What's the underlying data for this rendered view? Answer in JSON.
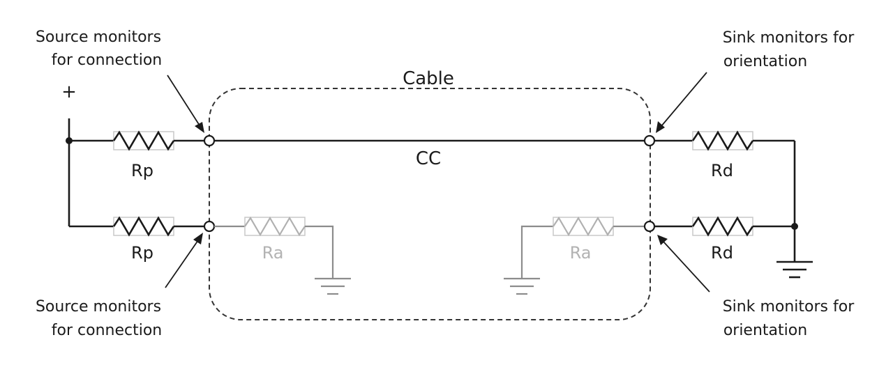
{
  "labels": {
    "plus": "+",
    "cable": "Cable",
    "cc": "CC",
    "source_top_1": "Source monitors",
    "source_top_2": "for connection",
    "source_bottom_1": "Source monitors",
    "source_bottom_2": "for connection",
    "sink_top_1": "Sink monitors for",
    "sink_top_2": "orientation",
    "sink_bottom_1": "Sink monitors for",
    "sink_bottom_2": "orientation"
  },
  "resistors": {
    "rp_top": "Rp",
    "rp_bottom": "Rp",
    "ra_left": "Ra",
    "ra_right": "Ra",
    "rd_top": "Rd",
    "rd_bottom": "Rd"
  },
  "colors": {
    "wire": "#1a1a1a",
    "ra_grey": "#b3b3b3",
    "cable_dash": "#333333"
  }
}
